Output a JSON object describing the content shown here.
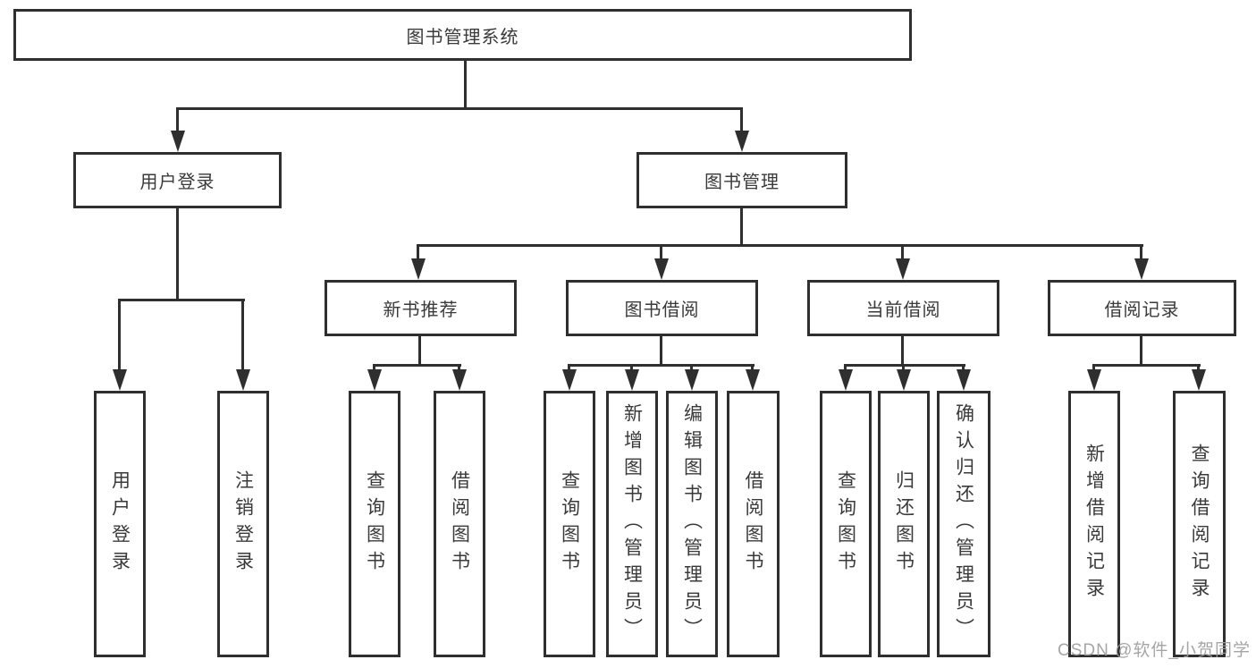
{
  "page": {
    "background": "#ffffff"
  },
  "colors": {
    "line": "#2f2f2f",
    "box_border": "#2f2f2f",
    "text": "#3a3a3a",
    "watermark": "#9e9e9e",
    "box_fill": "#ffffff"
  },
  "diagram": {
    "root": {
      "label": "图书管理系统"
    },
    "branches": [
      {
        "label": "用户登录",
        "children": [
          "用户登录",
          "注销登录"
        ]
      },
      {
        "label": "图书管理"
      }
    ],
    "modules": [
      {
        "label": "新书推荐",
        "children": [
          "查询图书",
          "借阅图书"
        ]
      },
      {
        "label": "图书借阅",
        "children": [
          "查询图书",
          "新增图书（管理员）",
          "编辑图书（管理员）",
          "借阅图书"
        ]
      },
      {
        "label": "当前借阅",
        "children": [
          "查询图书",
          "归还图书",
          "确认归还（管理员）"
        ]
      },
      {
        "label": "借阅记录",
        "children": [
          "新增借阅记录",
          "查询借阅记录"
        ]
      }
    ]
  },
  "watermark": {
    "text": "CSDN @软件_小贺同学"
  }
}
